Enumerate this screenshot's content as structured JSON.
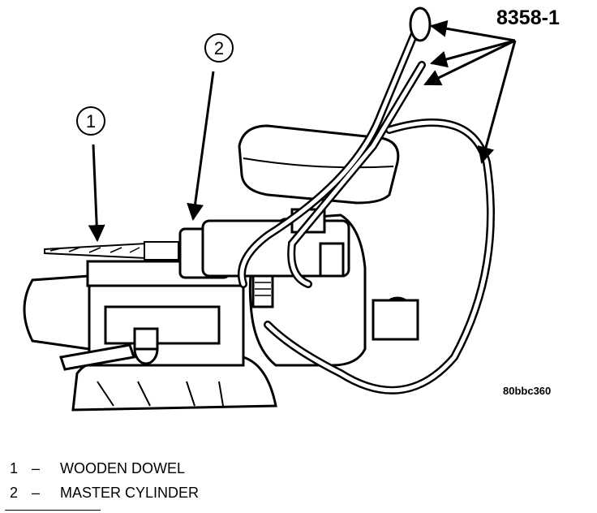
{
  "tool_label": "8358-1",
  "figure_id": "80bbc360",
  "callouts": [
    {
      "number": "1"
    },
    {
      "number": "2"
    }
  ],
  "legend": [
    {
      "number": "1",
      "separator": "–",
      "text": "WOODEN DOWEL"
    },
    {
      "number": "2",
      "separator": "–",
      "text": "MASTER CYLINDER"
    }
  ]
}
